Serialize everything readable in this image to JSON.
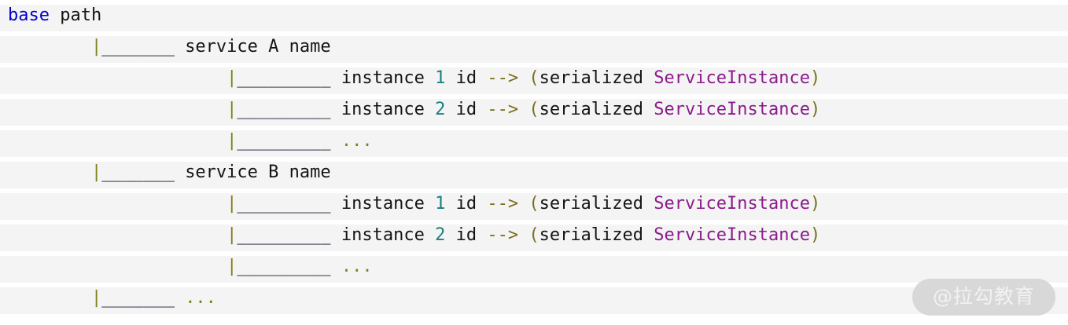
{
  "document": {
    "type": "code-block",
    "language": "text",
    "background": "#ffffff",
    "stripe_color": "#f4f4f4",
    "palette": {
      "keyword": "#0000cd",
      "plain": "#141414",
      "pipe": "#7f7f1e",
      "underline": "#12122b",
      "number": "#1a7f7f",
      "arrow": "#7a6f1b",
      "paren": "#7a6f1b",
      "class_name": "#8b1a8b",
      "ellipsis": "#7f7f1e",
      "watermark_bg": "#d6d6d6",
      "watermark_fg": "#f2f2f2"
    }
  },
  "lines": [
    {
      "index": 1,
      "indent": "",
      "tokens": [
        {
          "text": "base",
          "type": "keyword"
        },
        {
          "text": " ",
          "type": "plain"
        },
        {
          "text": "path",
          "type": "plain"
        }
      ]
    },
    {
      "index": 2,
      "indent": "        ",
      "tokens": [
        {
          "text": "|",
          "type": "pipe"
        },
        {
          "text": "_______",
          "type": "underline"
        },
        {
          "text": " ",
          "type": "plain"
        },
        {
          "text": "service A name",
          "type": "plain"
        }
      ]
    },
    {
      "index": 3,
      "indent": "                     ",
      "tokens": [
        {
          "text": "|",
          "type": "pipe"
        },
        {
          "text": "_________",
          "type": "underline"
        },
        {
          "text": " ",
          "type": "plain"
        },
        {
          "text": "instance ",
          "type": "plain"
        },
        {
          "text": "1",
          "type": "number"
        },
        {
          "text": " id ",
          "type": "plain"
        },
        {
          "text": "-->",
          "type": "arrow"
        },
        {
          "text": " ",
          "type": "plain"
        },
        {
          "text": "(",
          "type": "paren"
        },
        {
          "text": "serialized ",
          "type": "plain"
        },
        {
          "text": "ServiceInstance",
          "type": "class_name"
        },
        {
          "text": ")",
          "type": "paren"
        }
      ]
    },
    {
      "index": 4,
      "indent": "                     ",
      "tokens": [
        {
          "text": "|",
          "type": "pipe"
        },
        {
          "text": "_________",
          "type": "underline"
        },
        {
          "text": " ",
          "type": "plain"
        },
        {
          "text": "instance ",
          "type": "plain"
        },
        {
          "text": "2",
          "type": "number"
        },
        {
          "text": " id ",
          "type": "plain"
        },
        {
          "text": "-->",
          "type": "arrow"
        },
        {
          "text": " ",
          "type": "plain"
        },
        {
          "text": "(",
          "type": "paren"
        },
        {
          "text": "serialized ",
          "type": "plain"
        },
        {
          "text": "ServiceInstance",
          "type": "class_name"
        },
        {
          "text": ")",
          "type": "paren"
        }
      ]
    },
    {
      "index": 5,
      "indent": "                     ",
      "tokens": [
        {
          "text": "|",
          "type": "pipe"
        },
        {
          "text": "_________",
          "type": "underline"
        },
        {
          "text": " ",
          "type": "plain"
        },
        {
          "text": "...",
          "type": "ellipsis"
        }
      ]
    },
    {
      "index": 6,
      "indent": "        ",
      "tokens": [
        {
          "text": "|",
          "type": "pipe"
        },
        {
          "text": "_______",
          "type": "underline"
        },
        {
          "text": " ",
          "type": "plain"
        },
        {
          "text": "service B name",
          "type": "plain"
        }
      ]
    },
    {
      "index": 7,
      "indent": "                     ",
      "tokens": [
        {
          "text": "|",
          "type": "pipe"
        },
        {
          "text": "_________",
          "type": "underline"
        },
        {
          "text": " ",
          "type": "plain"
        },
        {
          "text": "instance ",
          "type": "plain"
        },
        {
          "text": "1",
          "type": "number"
        },
        {
          "text": " id ",
          "type": "plain"
        },
        {
          "text": "-->",
          "type": "arrow"
        },
        {
          "text": " ",
          "type": "plain"
        },
        {
          "text": "(",
          "type": "paren"
        },
        {
          "text": "serialized ",
          "type": "plain"
        },
        {
          "text": "ServiceInstance",
          "type": "class_name"
        },
        {
          "text": ")",
          "type": "paren"
        }
      ]
    },
    {
      "index": 8,
      "indent": "                     ",
      "tokens": [
        {
          "text": "|",
          "type": "pipe"
        },
        {
          "text": "_________",
          "type": "underline"
        },
        {
          "text": " ",
          "type": "plain"
        },
        {
          "text": "instance ",
          "type": "plain"
        },
        {
          "text": "2",
          "type": "number"
        },
        {
          "text": " id ",
          "type": "plain"
        },
        {
          "text": "-->",
          "type": "arrow"
        },
        {
          "text": " ",
          "type": "plain"
        },
        {
          "text": "(",
          "type": "paren"
        },
        {
          "text": "serialized ",
          "type": "plain"
        },
        {
          "text": "ServiceInstance",
          "type": "class_name"
        },
        {
          "text": ")",
          "type": "paren"
        }
      ]
    },
    {
      "index": 9,
      "indent": "                     ",
      "tokens": [
        {
          "text": "|",
          "type": "pipe"
        },
        {
          "text": "_________",
          "type": "underline"
        },
        {
          "text": " ",
          "type": "plain"
        },
        {
          "text": "...",
          "type": "ellipsis"
        }
      ]
    },
    {
      "index": 10,
      "indent": "        ",
      "tokens": [
        {
          "text": "|",
          "type": "pipe"
        },
        {
          "text": "_______",
          "type": "underline"
        },
        {
          "text": " ",
          "type": "plain"
        },
        {
          "text": "...",
          "type": "ellipsis"
        }
      ]
    }
  ],
  "watermark": {
    "text": "@拉勾教育"
  }
}
